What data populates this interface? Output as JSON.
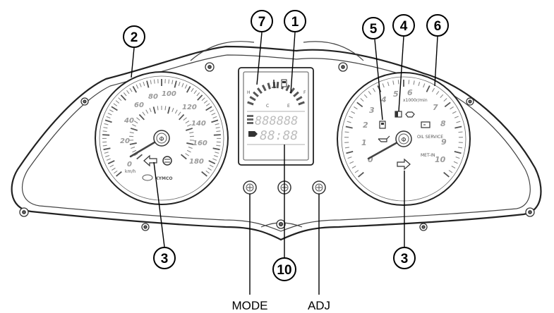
{
  "callouts": {
    "c1": "1",
    "c2": "2",
    "c3_left": "3",
    "c3_right": "3",
    "c4": "4",
    "c5": "5",
    "c6": "6",
    "c7": "7",
    "c10": "10"
  },
  "buttons": {
    "mode_label": "MODE",
    "adj_label": "ADJ"
  },
  "speedometer": {
    "outer_scale": [
      "0",
      "20",
      "40",
      "60",
      "80",
      "100",
      "120",
      "140",
      "160",
      "180"
    ],
    "unit": "km/h",
    "brand": "KYMCO"
  },
  "tachometer": {
    "scale": [
      "0",
      "1",
      "2",
      "3",
      "4",
      "5",
      "6",
      "7",
      "8",
      "9",
      "10"
    ],
    "unit": "x1000r/min",
    "oil_service": "OIL SERVICE",
    "met_in": "MET-IN"
  },
  "lcd": {
    "odometer": "888888",
    "clock": "88:88",
    "fuel_full": "F",
    "fuel_empty": "E",
    "temp_hot": "H",
    "temp_cold": "C"
  }
}
